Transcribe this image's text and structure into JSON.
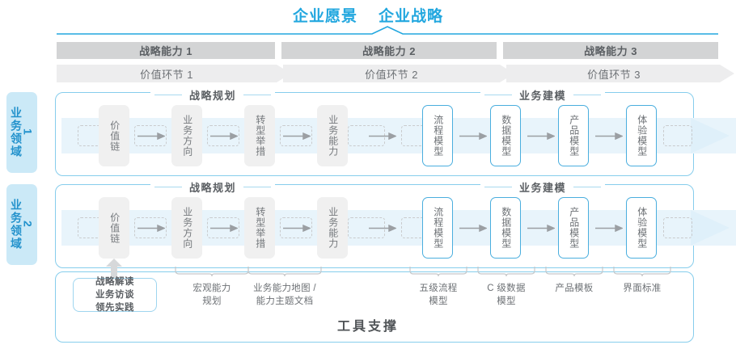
{
  "header": {
    "vision_label": "企业愿景",
    "strategy_label": "企业战略",
    "accent_color": "#22a7df"
  },
  "capability_bars": [
    {
      "label": "战略能力 1"
    },
    {
      "label": "战略能力 2"
    },
    {
      "label": "战略能力 3"
    }
  ],
  "value_bands": [
    {
      "label": "价值环节 1"
    },
    {
      "label": "价值环节 2"
    },
    {
      "label": "价值环节 3"
    }
  ],
  "domains": [
    {
      "text": "业务领域",
      "num": "1"
    },
    {
      "text": "业务领域",
      "num": "2"
    }
  ],
  "sections": {
    "planning_title": "战略规划",
    "modeling_title": "业务建模"
  },
  "nodes": {
    "planning": [
      {
        "label": "价值链"
      },
      {
        "label": "业务方向"
      },
      {
        "label": "转型举措"
      },
      {
        "label": "业务能力"
      }
    ],
    "modeling": [
      {
        "label": "流程模型"
      },
      {
        "label": "数据模型"
      },
      {
        "label": "产品模型"
      },
      {
        "label": "体验模型"
      }
    ]
  },
  "bottom": {
    "hint_box": "战略解读\n业务访谈\n领先实践",
    "labels": [
      {
        "text": "宏观能力\n规划"
      },
      {
        "text": "业务能力地图 /\n能力主题文档"
      },
      {
        "text": "五级流程\n模型"
      },
      {
        "text": "C 级数据\n模型"
      },
      {
        "text": "产品模板"
      },
      {
        "text": "界面标准"
      }
    ],
    "tool_support_title": "工具支撑"
  },
  "colors": {
    "cyan": "#22a7df",
    "bar_dark": "#d3d4d5",
    "bar_light": "#ededee",
    "band": "#e8f4fb",
    "card_border": "#86cdec",
    "node_blue": "#4aaede"
  }
}
